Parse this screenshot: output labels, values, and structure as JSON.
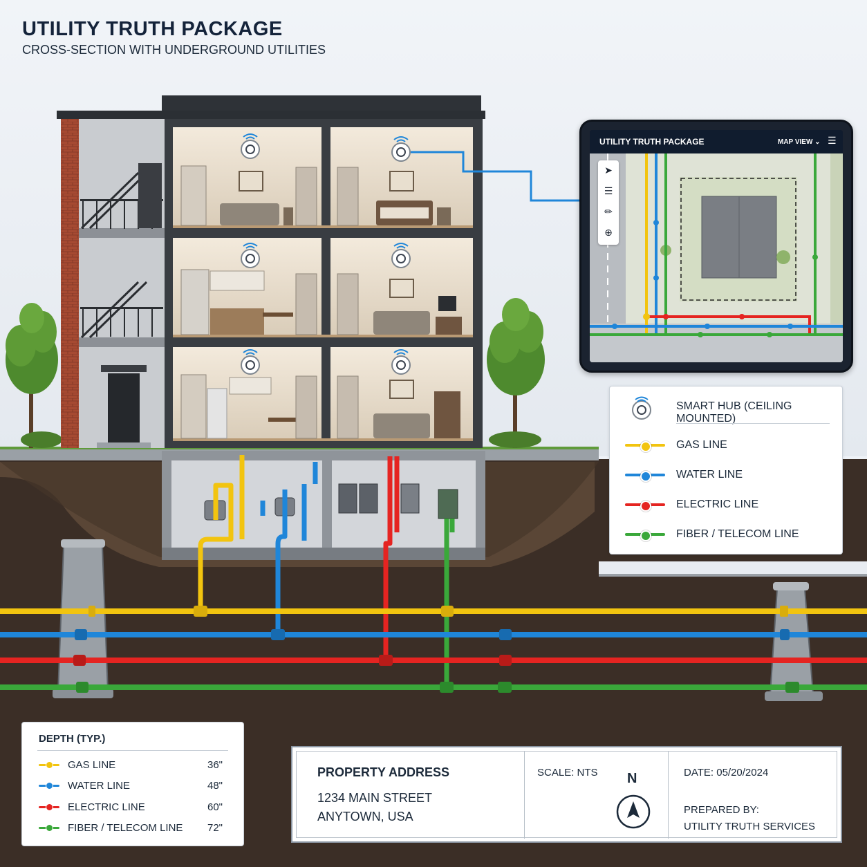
{
  "header": {
    "title": "UTILITY TRUTH PACKAGE",
    "subtitle": "CROSS-SECTION WITH UNDERGROUND UTILITIES"
  },
  "colors": {
    "gas": "#f2c40f",
    "water": "#1f86d9",
    "electric": "#e52421",
    "fiber": "#3aa83a",
    "soil": "#3a2d25",
    "panel": "#ffffff"
  },
  "tablet": {
    "title": "UTILITY TRUTH PACKAGE",
    "view_label": "MAP VIEW ⌄",
    "menu_icon": "☰",
    "tools": [
      "pointer-icon",
      "layers-icon",
      "ruler-icon",
      "crosshair-icon"
    ]
  },
  "legend": {
    "items": [
      {
        "label": "SMART HUB (CEILING MOUNTED)",
        "icon": "smart-hub-icon"
      },
      {
        "label": "GAS LINE",
        "color": "#f2c40f"
      },
      {
        "label": "WATER LINE",
        "color": "#1f86d9"
      },
      {
        "label": "ELECTRIC LINE",
        "color": "#e52421"
      },
      {
        "label": "FIBER / TELECOM LINE",
        "color": "#3aa83a"
      }
    ]
  },
  "depth": {
    "title": "DEPTH (TYP.)",
    "rows": [
      {
        "label": "GAS LINE",
        "value": "36\"",
        "color": "#f2c40f"
      },
      {
        "label": "WATER LINE",
        "value": "48\"",
        "color": "#1f86d9"
      },
      {
        "label": "ELECTRIC LINE",
        "value": "60\"",
        "color": "#e52421"
      },
      {
        "label": "FIBER / TELECOM LINE",
        "value": "72\"",
        "color": "#3aa83a"
      }
    ]
  },
  "title_block": {
    "address_label": "PROPERTY ADDRESS",
    "address_line1": "1234 MAIN STREET",
    "address_line2": "ANYTOWN, USA",
    "scale": "SCALE: NTS",
    "north": "N",
    "date": "DATE: 05/20/2024",
    "prepared_label": "PREPARED BY:",
    "prepared_by": "UTILITY TRUTH SERVICES"
  }
}
